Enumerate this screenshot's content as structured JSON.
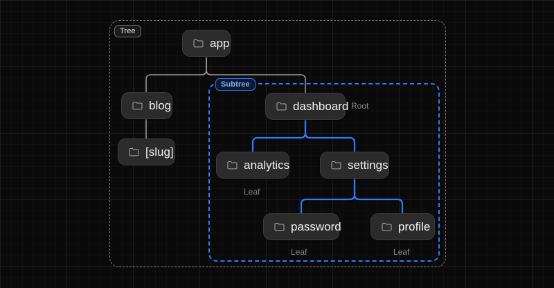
{
  "canvas": {
    "background_color": "#0a0a0a",
    "grid": "grid-pattern"
  },
  "groups": [
    {
      "id": "tree",
      "badge_label": "Tree",
      "border_color": "#7b7b7b",
      "border_style": "dashed"
    },
    {
      "id": "subtree",
      "badge_label": "Subtree",
      "border_color": "#2f7bff",
      "border_style": "dashed"
    }
  ],
  "nodes": [
    {
      "id": "app",
      "label": "app",
      "icon": "folder-icon"
    },
    {
      "id": "blog",
      "label": "blog",
      "icon": "folder-icon"
    },
    {
      "id": "slug",
      "label": "[slug]",
      "icon": "folder-icon"
    },
    {
      "id": "dashboard",
      "label": "dashboard",
      "icon": "folder-icon"
    },
    {
      "id": "analytics",
      "label": "analytics",
      "icon": "folder-icon"
    },
    {
      "id": "settings",
      "label": "settings",
      "icon": "folder-icon"
    },
    {
      "id": "password",
      "label": "password",
      "icon": "folder-icon"
    },
    {
      "id": "profile",
      "label": "profile",
      "icon": "folder-icon"
    }
  ],
  "annotations": [
    {
      "id": "root",
      "label": "Root",
      "for": "dashboard"
    },
    {
      "id": "leaf-analytics",
      "label": "Leaf",
      "for": "analytics"
    },
    {
      "id": "leaf-password",
      "label": "Leaf",
      "for": "password"
    },
    {
      "id": "leaf-profile",
      "label": "Leaf",
      "for": "profile"
    }
  ],
  "edges": [
    {
      "from": "app",
      "to": "blog",
      "color": "#9a9a9a"
    },
    {
      "from": "app",
      "to": "dashboard",
      "color": "#9a9a9a"
    },
    {
      "from": "blog",
      "to": "slug",
      "color": "#9a9a9a"
    },
    {
      "from": "dashboard",
      "to": "analytics",
      "color": "#2f7bff"
    },
    {
      "from": "dashboard",
      "to": "settings",
      "color": "#2f7bff"
    },
    {
      "from": "settings",
      "to": "password",
      "color": "#2f7bff"
    },
    {
      "from": "settings",
      "to": "profile",
      "color": "#2f7bff"
    }
  ],
  "colors": {
    "accent": "#2f7bff",
    "node_bg": "#2b2b2b",
    "node_border": "#3d3d3d",
    "node_text": "#f2f2f2",
    "muted_text": "#8b8b8b",
    "group_border": "#7b7b7b"
  }
}
